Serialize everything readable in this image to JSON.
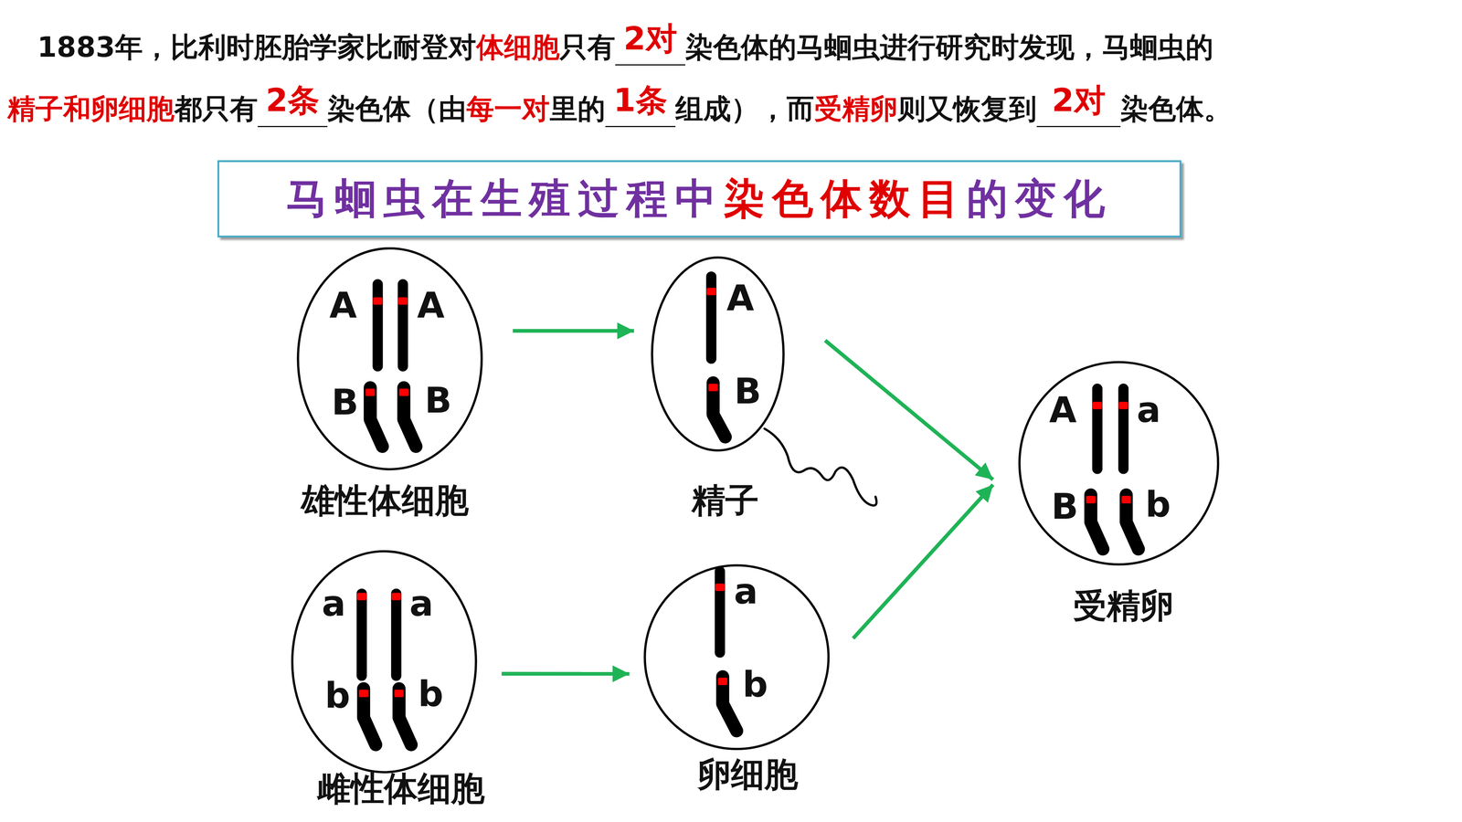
{
  "diagram": {
    "title": "马蛔虫在生殖过程中染色体数目的变化",
    "nodes": [
      {
        "text": [
          "A",
          "A",
          "B",
          "B",
          "雄性体细胞"
        ]
      },
      {
        "text": [
          "A",
          "B",
          "精子"
        ]
      },
      {
        "text": [
          "a",
          "a",
          "b",
          "b",
          "雌性体细胞"
        ]
      },
      {
        "text": [
          "a",
          "b",
          "卵细胞"
        ]
      },
      {
        "text": [
          "A",
          "a",
          "B",
          "b",
          "受精卵"
        ]
      }
    ],
    "edges": [
      {
        "from": 0,
        "to": 1,
        "arrow": "to"
      },
      {
        "from": 2,
        "to": 3,
        "arrow": "to"
      },
      {
        "from": 1,
        "to": 4,
        "arrow": "to"
      },
      {
        "from": 3,
        "to": 4,
        "arrow": "to"
      }
    ],
    "labels": [
      "1883年，比利时胚胎学家比耐登对",
      "体细胞",
      "只有",
      "2对",
      "染色体的马蛔虫进行研究时发现，马蛔虫的",
      "精子和卵细胞",
      "都只有",
      "2条",
      "染色体（由",
      "每一对",
      "里的",
      "1条",
      "组成），而",
      "受精卵",
      "则又恢复到",
      "2对",
      "染色体。"
    ]
  }
}
